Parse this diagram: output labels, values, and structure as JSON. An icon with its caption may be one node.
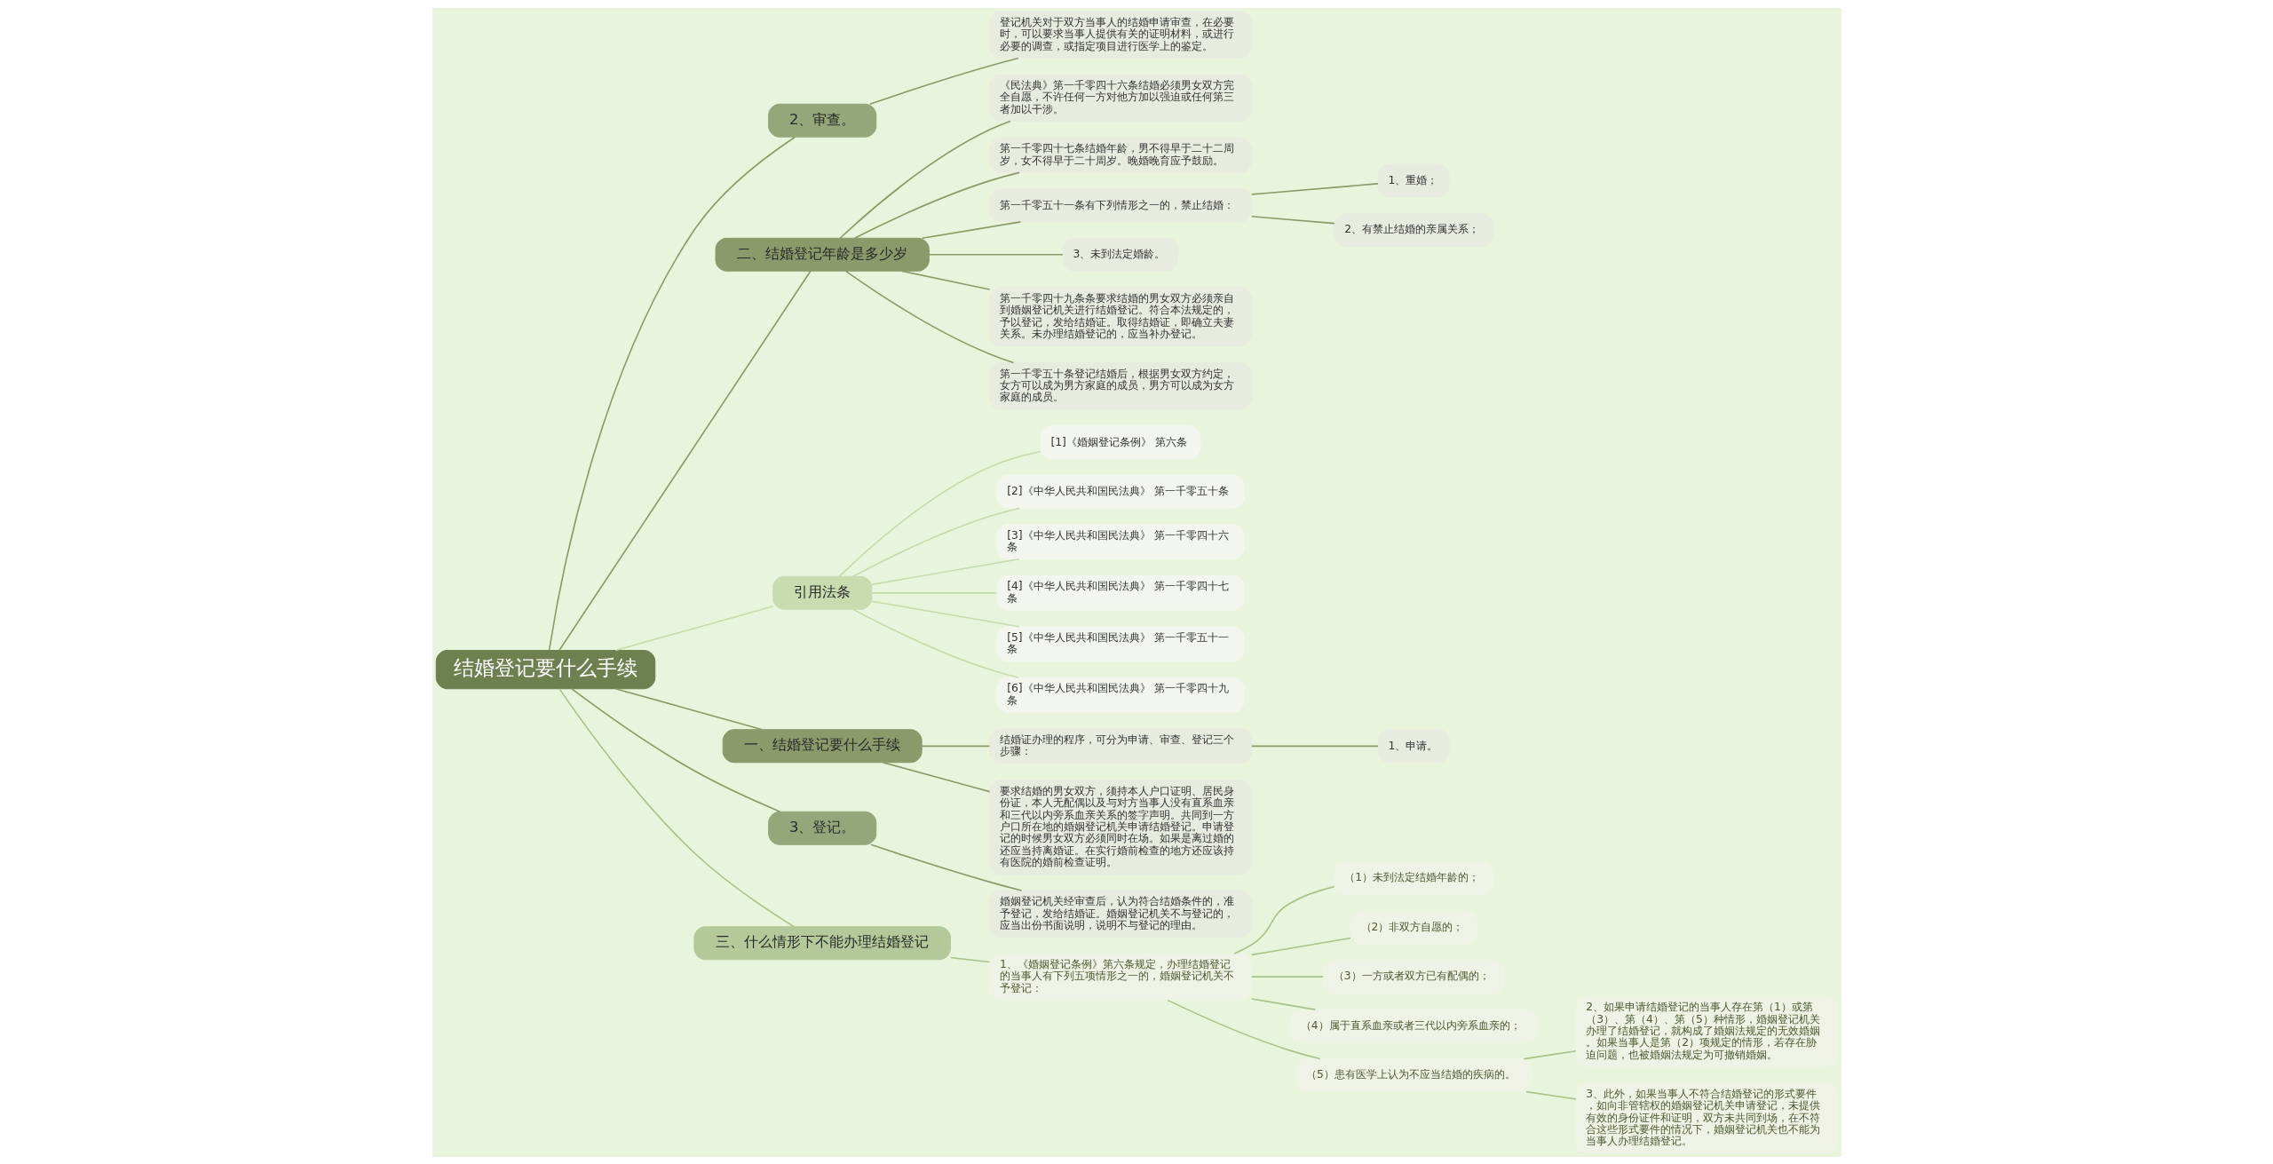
{
  "diagram": {
    "nodes": [
      {
        "text": [
          "结婚登记要什么手续"
        ]
      },
      {
        "text": [
          "2、审查。"
        ]
      },
      {
        "text": [
          "登记机关对于双方当事人的结婚申请审查，在必要时，可以要求当事人提供有关的证明材料，或进行必要的调查，或指定项目进行医学上的鉴定。"
        ]
      },
      {
        "text": [
          "二、结婚登记年龄是多少岁"
        ]
      },
      {
        "text": [
          "《民法典》第一千零四十六条结婚必须男女双方完全自愿，不许任何一方对他方加以强迫或任何第三者加以干涉。"
        ]
      },
      {
        "text": [
          "第一千零四十七条结婚年龄，男不得早于二十二周岁，女不得早于二十周岁。晚婚晚育应予鼓励。"
        ]
      },
      {
        "text": [
          "第一千零五十一条有下列情形之一的，禁止结婚："
        ]
      },
      {
        "text": [
          "1、重婚；"
        ]
      },
      {
        "text": [
          "2、有禁止结婚的亲属关系；"
        ]
      },
      {
        "text": [
          "3、未到法定婚龄。"
        ]
      },
      {
        "text": [
          "第一千零四十九条条要求结婚的男女双方必须亲自到婚姻登记机关进行结婚登记。符合本法规定的，予以登记，发给结婚证。取得结婚证，即确立夫妻关系。未办理结婚登记的，应当补办登记。"
        ]
      },
      {
        "text": [
          "第一千零五十条登记结婚后，根据男女双方约定，女方可以成为男方家庭的成员，男方可以成为女方家庭的成员。"
        ]
      },
      {
        "text": [
          "引用法条"
        ]
      },
      {
        "text": [
          "[1]《婚姻登记条例》 第六条"
        ]
      },
      {
        "text": [
          "[2]《中华人民共和国民法典》 第一千零五十条"
        ]
      },
      {
        "text": [
          "[3]《中华人民共和国民法典》 第一千零四十六条"
        ]
      },
      {
        "text": [
          "[4]《中华人民共和国民法典》 第一千零四十七条"
        ]
      },
      {
        "text": [
          "[5]《中华人民共和国民法典》 第一千零五十一条"
        ]
      },
      {
        "text": [
          "[6]《中华人民共和国民法典》 第一千零四十九条"
        ]
      },
      {
        "text": [
          "一、结婚登记要什么手续"
        ]
      },
      {
        "text": [
          "结婚证办理的程序，可分为申请、审查、登记三个步骤："
        ]
      },
      {
        "text": [
          "1、申请。"
        ]
      },
      {
        "text": [
          "要求结婚的男女双方，须持本人户口证明、居民身份证，本人无配偶以及与对方当事人没有直系血亲和三代以内旁系血亲关系的签字声明。共同到一方户口所在地的婚姻登记机关申请结婚登记。申请登记的时候男女双方必须同时在场。如果是离过婚的还应当持离婚证。在实行婚前检查的地方还应该持有医院的婚前检查证明。"
        ]
      },
      {
        "text": [
          "3、登记。"
        ]
      },
      {
        "text": [
          "婚姻登记机关经审查后，认为符合结婚条件的，准予登记，发给结婚证。婚姻登记机关不与登记的，应当出份书面说明，说明不与登记的理由。"
        ]
      },
      {
        "text": [
          "三、什么情形下不能办理结婚登记"
        ]
      },
      {
        "text": [
          "1、《婚姻登记条例》第六条规定，办理结婚登记的当事人有下列五项情形之一的，婚姻登记机关不予登记："
        ]
      },
      {
        "text": [
          "（1）未到法定结婚年龄的；"
        ]
      },
      {
        "text": [
          "（2）非双方自愿的；"
        ]
      },
      {
        "text": [
          "（3）一方或者双方已有配偶的；"
        ]
      },
      {
        "text": [
          "（4）属于直系血亲或者三代以内旁系血亲的；"
        ]
      },
      {
        "text": [
          "（5）患有医学上认为不应当结婚的疾病的。"
        ]
      },
      {
        "text": [
          "2、如果申请结婚登记的当事人存在第（1）或第（3）、第（4）、第（5）种情形，婚姻登记机关办理了结婚登记，就构成了婚姻法规定的无效婚姻。如果当事人是第（2）项规定的情形，若存在胁迫问题，也被婚姻法规定为可撤销婚姻。"
        ]
      },
      {
        "text": [
          "3、此外，如果当事人不符合结婚登记的形式要件，如向非管辖权的婚姻登记机关申请登记，未提供有效的身份证件和证明，双方未共同到场，在不符合这些形式要件的情况下，婚姻登记机关也不能为当事人办理结婚登记。"
        ]
      }
    ],
    "edges": [
      {
        "from": 0,
        "to": 1,
        "arrow": "none"
      },
      {
        "from": 1,
        "to": 2,
        "arrow": "none"
      },
      {
        "from": 0,
        "to": 3,
        "arrow": "none"
      },
      {
        "from": 3,
        "to": 4,
        "arrow": "none"
      },
      {
        "from": 3,
        "to": 5,
        "arrow": "none"
      },
      {
        "from": 3,
        "to": 6,
        "arrow": "none"
      },
      {
        "from": 6,
        "to": 7,
        "arrow": "none"
      },
      {
        "from": 6,
        "to": 8,
        "arrow": "none"
      },
      {
        "from": 3,
        "to": 9,
        "arrow": "none"
      },
      {
        "from": 3,
        "to": 10,
        "arrow": "none"
      },
      {
        "from": 3,
        "to": 11,
        "arrow": "none"
      },
      {
        "from": 0,
        "to": 12,
        "arrow": "none",
        "color": "#c6dcae"
      },
      {
        "from": 12,
        "to": 13,
        "arrow": "none",
        "color": "#c6dcae"
      },
      {
        "from": 12,
        "to": 14,
        "arrow": "none",
        "color": "#c6dcae"
      },
      {
        "from": 12,
        "to": 15,
        "arrow": "none",
        "color": "#c6dcae"
      },
      {
        "from": 12,
        "to": 16,
        "arrow": "none",
        "color": "#c6dcae"
      },
      {
        "from": 12,
        "to": 17,
        "arrow": "none",
        "color": "#c6dcae"
      },
      {
        "from": 12,
        "to": 18,
        "arrow": "none",
        "color": "#c6dcae"
      },
      {
        "from": 0,
        "to": 19,
        "arrow": "none"
      },
      {
        "from": 19,
        "to": 20,
        "arrow": "none"
      },
      {
        "from": 20,
        "to": 21,
        "arrow": "none"
      },
      {
        "from": 19,
        "to": 22,
        "arrow": "none"
      },
      {
        "from": 0,
        "to": 23,
        "arrow": "none"
      },
      {
        "from": 23,
        "to": 24,
        "arrow": "none"
      },
      {
        "from": 0,
        "to": 25,
        "arrow": "none",
        "color": "#a9c28c"
      },
      {
        "from": 25,
        "to": 26,
        "arrow": "none",
        "color": "#a9c28c"
      },
      {
        "from": 26,
        "to": 27,
        "arrow": "none",
        "color": "#a9c28c"
      },
      {
        "from": 26,
        "to": 28,
        "arrow": "none",
        "color": "#a9c28c"
      },
      {
        "from": 26,
        "to": 29,
        "arrow": "none",
        "color": "#a9c28c"
      },
      {
        "from": 26,
        "to": 30,
        "arrow": "none",
        "color": "#a9c28c"
      },
      {
        "from": 26,
        "to": 31,
        "arrow": "none",
        "color": "#a9c28c"
      },
      {
        "from": 31,
        "to": 32,
        "arrow": "none",
        "color": "#a9c28c"
      },
      {
        "from": 31,
        "to": 33,
        "arrow": "none",
        "color": "#a9c28c"
      }
    ]
  }
}
